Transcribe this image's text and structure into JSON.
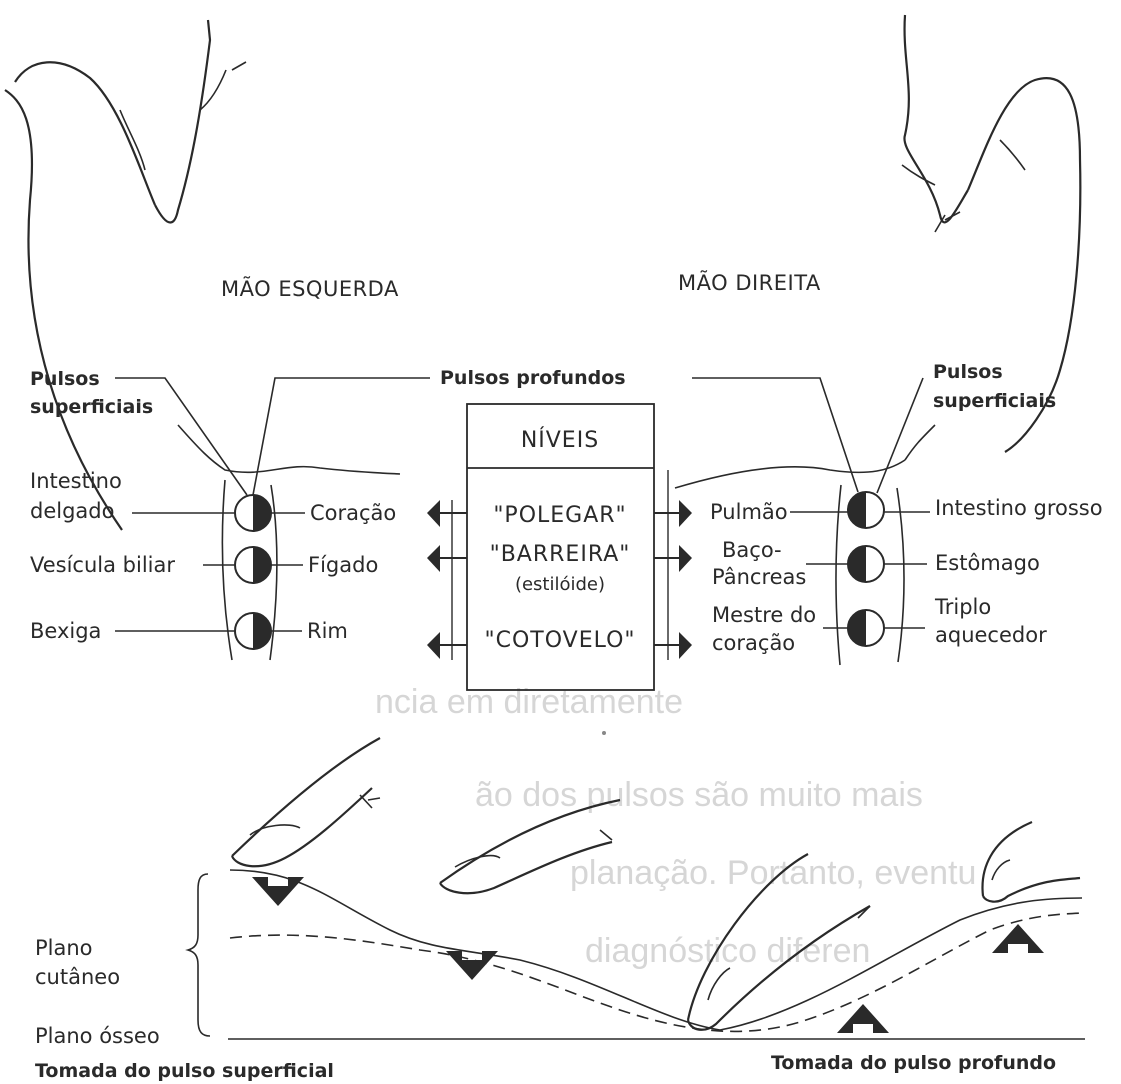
{
  "hands": {
    "left_title": "MÃO ESQUERDA",
    "right_title": "MÃO DIREITA"
  },
  "headers": {
    "left_superficial_1": "Pulsos",
    "left_superficial_2": "superficiais",
    "deep": "Pulsos profundos",
    "right_superficial_1": "Pulsos",
    "right_superficial_2": "superficiais"
  },
  "levels_box": {
    "title": "NÍVEIS",
    "level_1": "\"POLEGAR\"",
    "level_2": "\"BARREIRA\"",
    "level_2_sub": "(estilóide)",
    "level_3": "\"COTOVELO\""
  },
  "left_pulses": {
    "row1_superficial_1": "Intestino",
    "row1_superficial_2": "delgado",
    "row1_deep": "Coração",
    "row2_superficial": "Vesícula biliar",
    "row2_deep": "Fígado",
    "row3_superficial": "Bexiga",
    "row3_deep": "Rim"
  },
  "right_pulses": {
    "row1_deep": "Pulmão",
    "row1_superficial": "Intestino grosso",
    "row2_deep_1": "Baço-",
    "row2_deep_2": "Pâncreas",
    "row2_superficial": "Estômago",
    "row3_deep_1": "Mestre do",
    "row3_deep_2": "coração",
    "row3_superficial_1": "Triplo",
    "row3_superficial_2": "aquecedor"
  },
  "planes": {
    "cutaneous_1": "Plano",
    "cutaneous_2": "cutâneo",
    "bone": "Plano ósseo"
  },
  "captions": {
    "superficial": "Tomada do pulso superficial",
    "deep": "Tomada do pulso profundo"
  },
  "bleed_through": {
    "line_1": "ncia em diretamente",
    "line_2": "ão dos pulsos são muito mais",
    "line_3": "planação. Portanto, eventu",
    "line_4": "diagnóstico diferen"
  },
  "colors": {
    "ink": "#2a2a2a",
    "paper": "#ffffff",
    "bleed": "#d6d6d6"
  }
}
